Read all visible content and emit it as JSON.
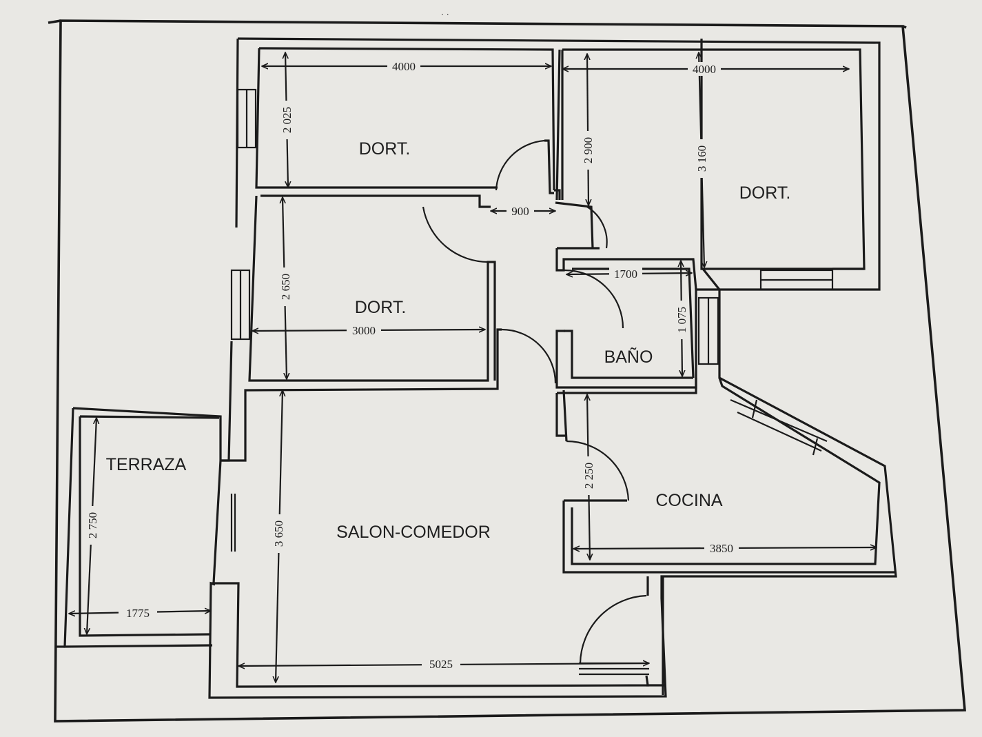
{
  "rooms": {
    "dorm_top_left": "DORT.",
    "dorm_mid_left": "DORT.",
    "dorm_right": "DORT.",
    "bath": "BAÑO",
    "kitchen": "COCINA",
    "terrace": "TERRAZA",
    "living": "SALON-COMEDOR"
  },
  "dimensions": {
    "dorm_top_left_width": "4000",
    "dorm_top_left_height": "2 025",
    "dorm_right_width": "4000",
    "dorm_right_height": "3 160",
    "hall_height": "2 900",
    "hall_width": "900",
    "dorm_mid_height": "2 650",
    "dorm_mid_width": "3000",
    "bath_width": "1700",
    "bath_height": "1 075",
    "kitchen_height": "2 250",
    "kitchen_width": "3850",
    "terrace_height": "2 750",
    "terrace_width": "1775",
    "living_height": "3 650",
    "living_width": "5025"
  }
}
